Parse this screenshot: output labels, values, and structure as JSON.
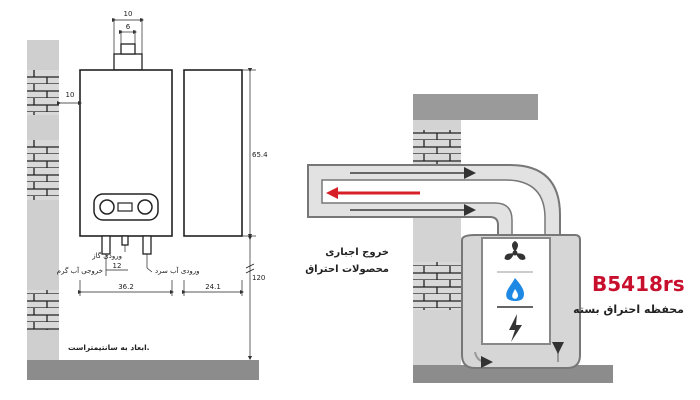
{
  "left_diagram": {
    "dim_top_outer": "10",
    "dim_top_inner": "6",
    "dim_wall_gap": "10",
    "dim_height": "65.4",
    "dim_clearance": "120",
    "dim_pipe_spacing": "12",
    "dim_width": "36.2",
    "dim_depth": "24.1",
    "label_gas_inlet": "ورودی گاز",
    "label_cold_inlet": "ورودی آب سرد",
    "label_hot_outlet": "خروجی آب گرم",
    "footnote": "ابعاد به سانتیمتراست."
  },
  "right_diagram": {
    "exhaust_line1": "خروج اجباری",
    "exhaust_line2": "محصولات احتراق",
    "model": "B5418rs",
    "model_subtitle": "محفظه احتراق بسته",
    "icons": [
      "fan-icon",
      "flame-icon",
      "lightning-icon"
    ],
    "colors": {
      "model_red": "#c8102e",
      "arrow_red": "#d61f26",
      "flame_blue": "#1e88e5"
    }
  }
}
